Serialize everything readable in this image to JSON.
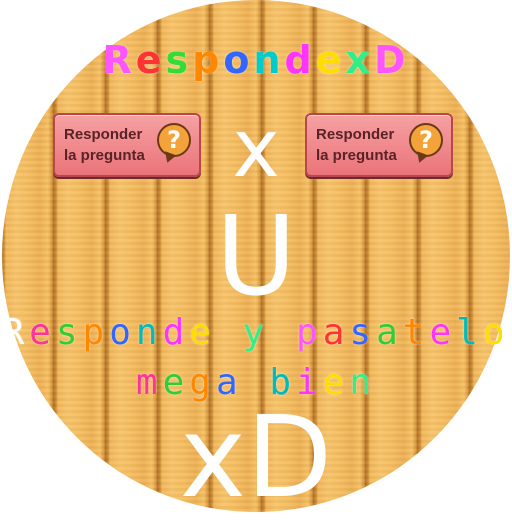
{
  "title": "RespondexD",
  "title_colors": [
    "#ff55ff",
    "#ff3333",
    "#33dd33",
    "#ff8800",
    "#3366ff",
    "#00cccc",
    "#ff33ff",
    "#ffdd00",
    "#33ee88",
    "#ff55ff"
  ],
  "buttons": [
    {
      "label": "Responder\nla pregunta",
      "icon": "question-bubble-icon",
      "q": "?"
    },
    {
      "label": "Responder\nla pregunta",
      "icon": "question-bubble-icon",
      "q": "?"
    }
  ],
  "big_x": "x",
  "big_u": "U",
  "line1": "Responde y pasatelo",
  "line1_colors": [
    "#ffffff",
    "#ff3399",
    "#33cc33",
    "#ff8800",
    "#3366ff",
    "#00bbbb",
    "#ff33ff",
    "#ffdd00",
    "#33ee88",
    "#ff55ff",
    "#ff3333",
    "#3366ff",
    "#33cc33",
    "#ff8800",
    "#ff33ff",
    "#00bbbb",
    "#ffdd00",
    "#3366ff",
    "#ffffff"
  ],
  "line2": "mega bien",
  "line2_colors": [
    "#ff3399",
    "#33cc33",
    "#ff8800",
    "#3366ff",
    "#00bbbb",
    "#ff33ff",
    "#ffdd00",
    "#33ee88",
    "#ff55ff"
  ],
  "xd": "xD"
}
